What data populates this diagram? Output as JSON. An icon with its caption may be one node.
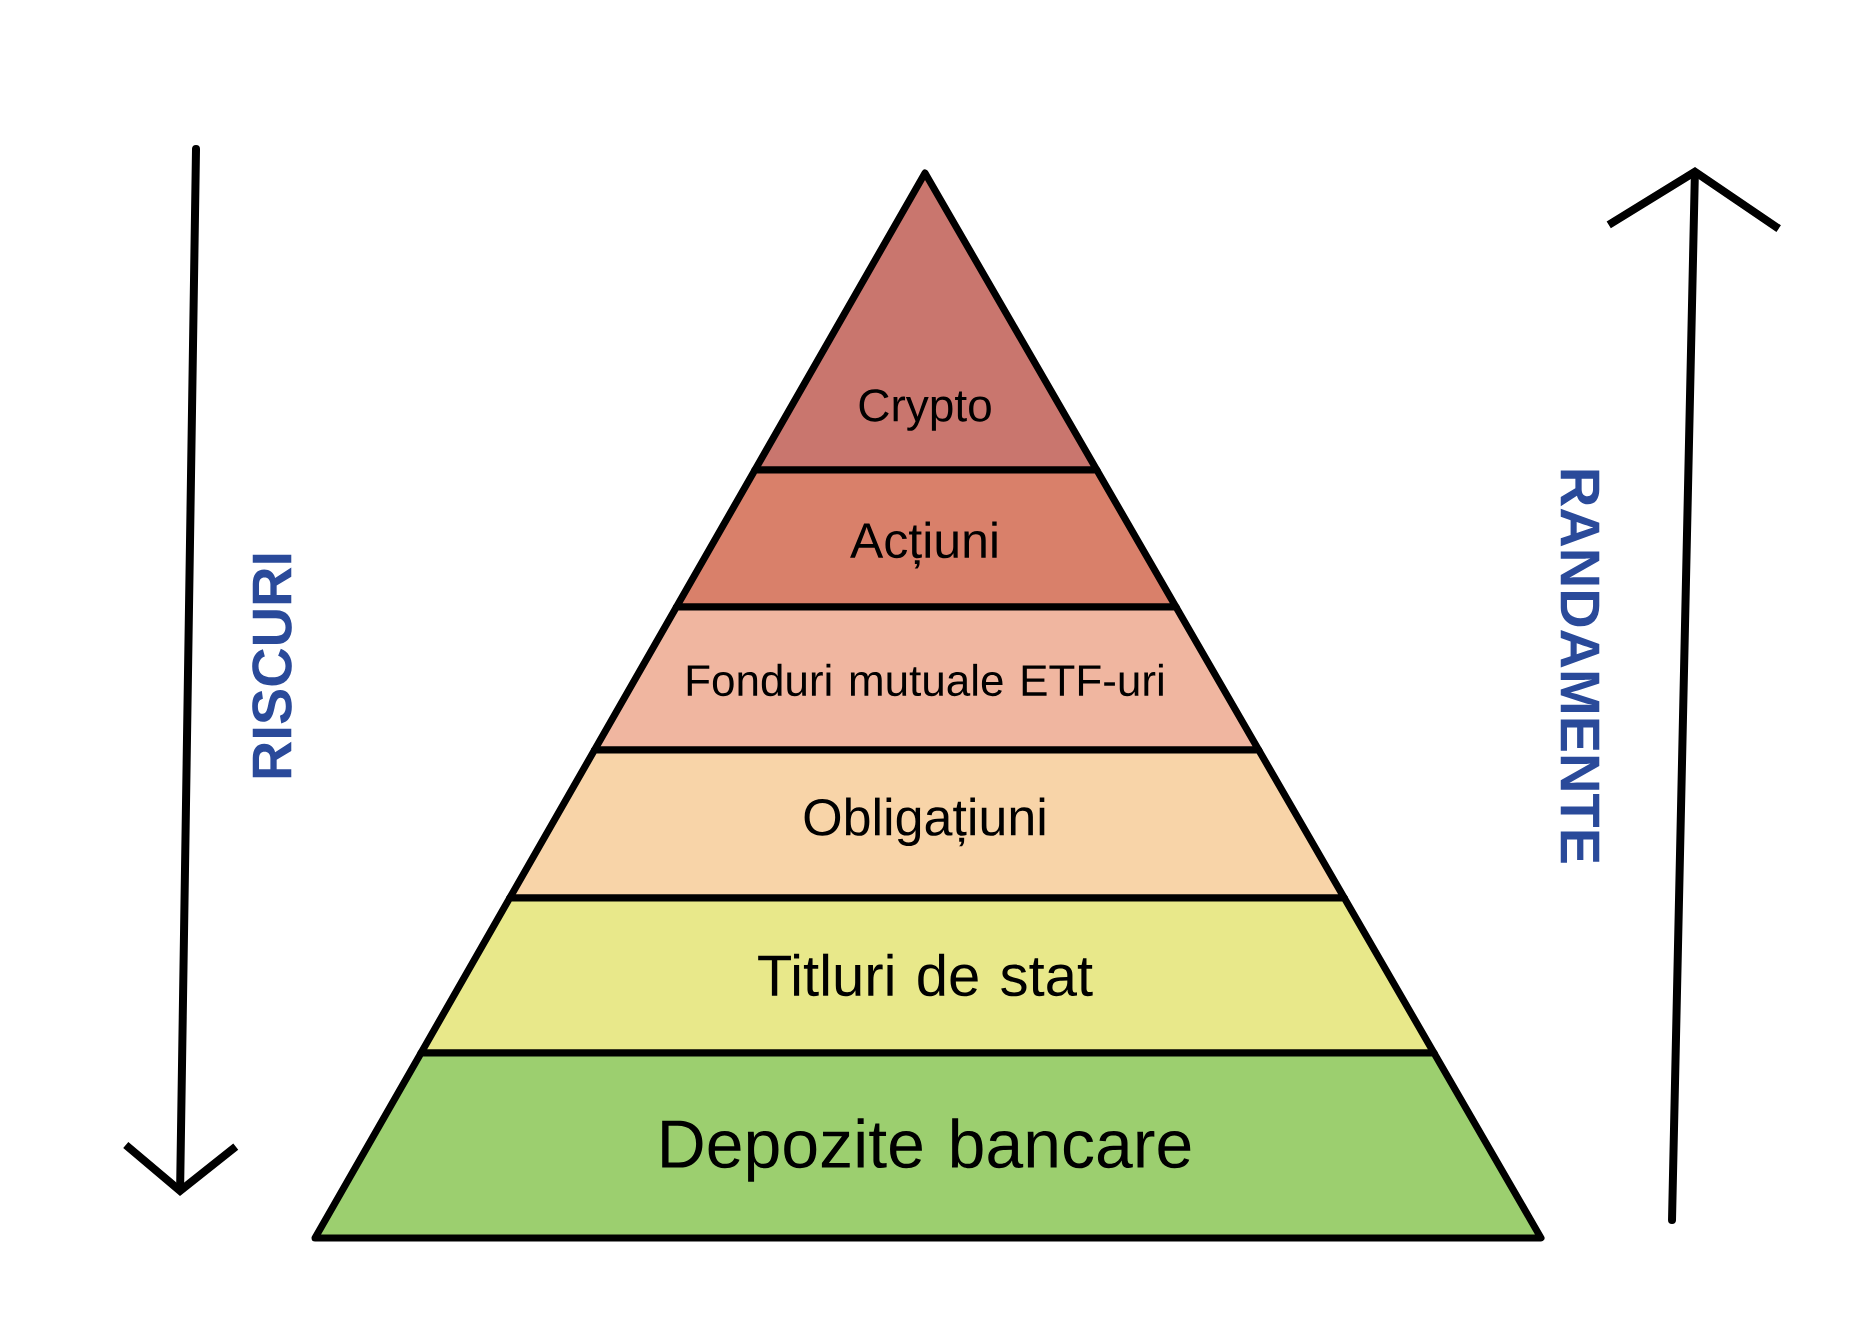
{
  "diagram": {
    "nodes": [
      {
        "text": [
          "Crypto"
        ]
      },
      {
        "text": [
          "Acțiuni"
        ]
      },
      {
        "text": [
          "Fonduri mutuale ETF-uri"
        ]
      },
      {
        "text": [
          "Obligațiuni"
        ]
      },
      {
        "text": [
          "Titluri de stat"
        ]
      },
      {
        "text": [
          "Depozite bancare"
        ]
      }
    ],
    "labels": [
      "RISCURI",
      "RANDAMENTE"
    ]
  }
}
